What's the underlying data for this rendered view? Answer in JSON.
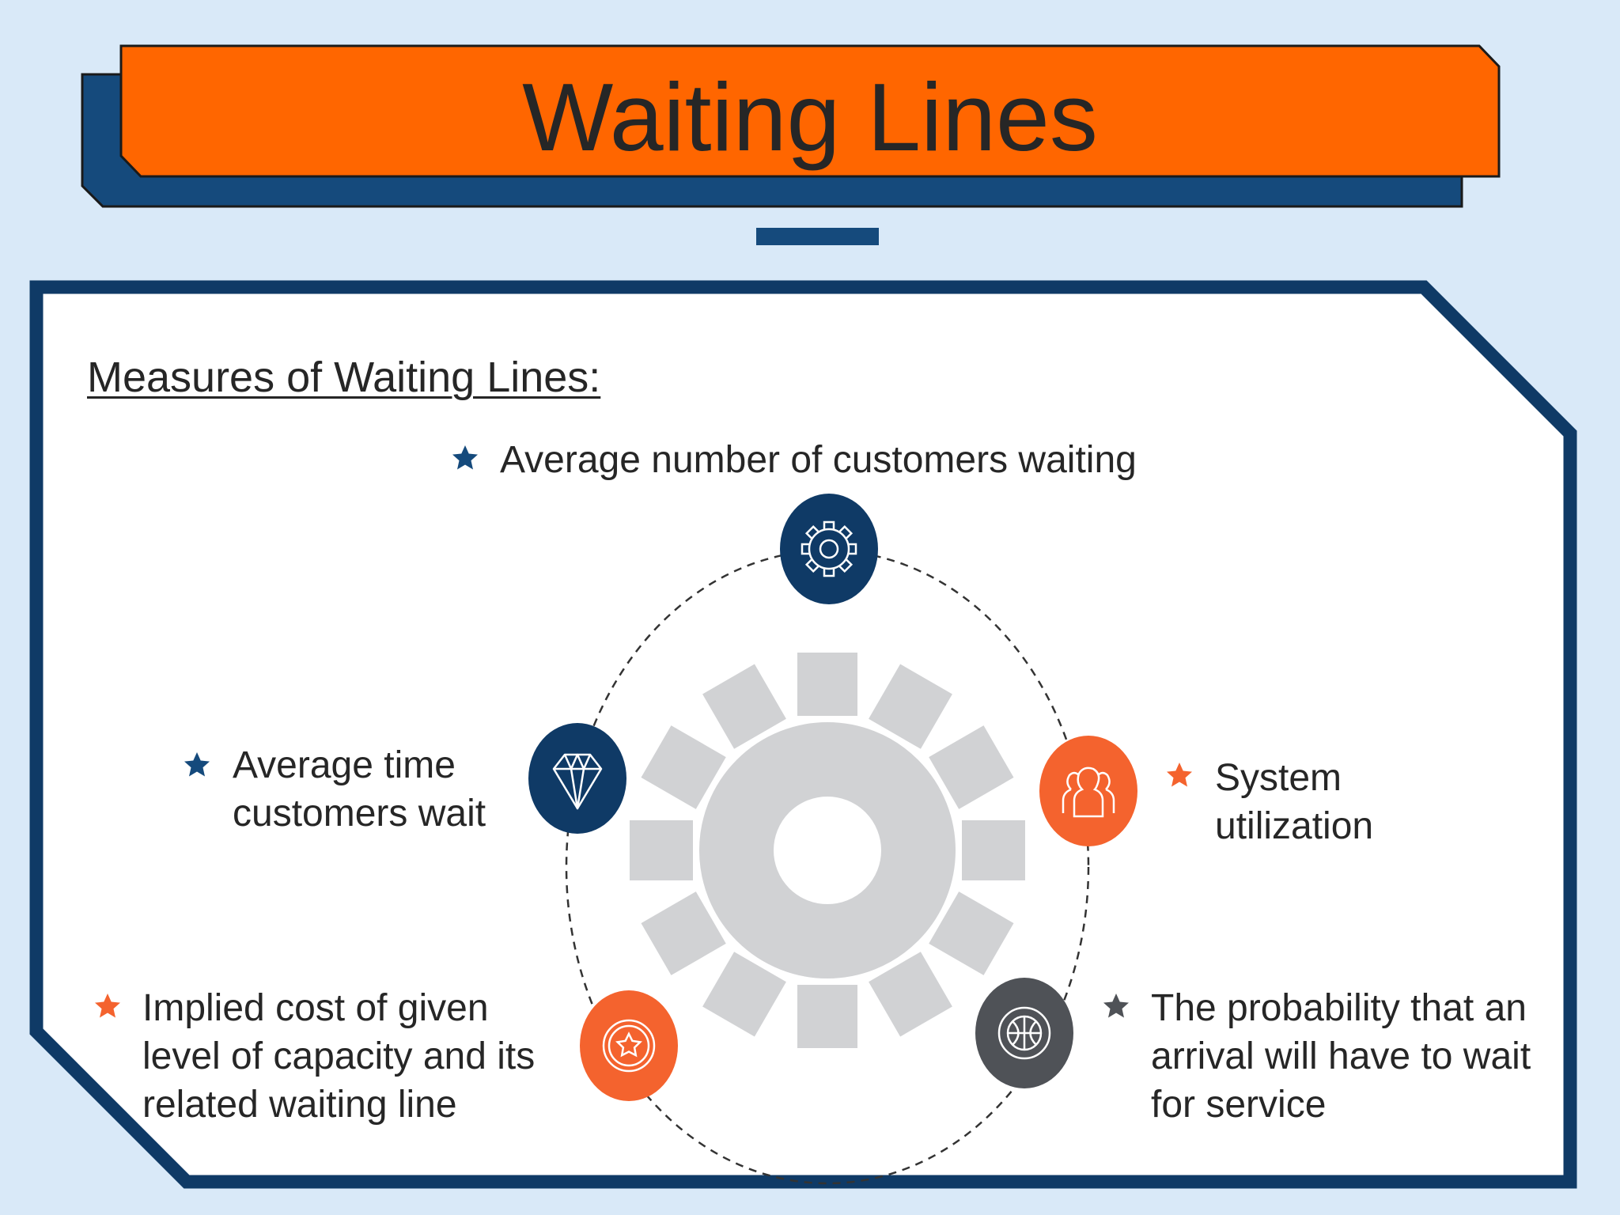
{
  "title": "Waiting Lines",
  "heading": "Measures of Waiting Lines:",
  "measures": [
    {
      "text": "Average number of customers waiting",
      "icon": "gear-icon",
      "star": "navy-star-icon"
    },
    {
      "text": "System utilization",
      "icon": "people-icon",
      "star": "orange-star-icon"
    },
    {
      "text": "The probability that an arrival will have to wait for service",
      "icon": "basketball-icon",
      "star": "gray-star-icon"
    },
    {
      "text": "Implied cost of given level of capacity and its related waiting line",
      "icon": "star-badge-icon",
      "star": "orange-star-icon"
    },
    {
      "text": "Average time customers wait",
      "icon": "diamond-icon",
      "star": "navy-star-icon"
    }
  ],
  "colors": {
    "background": "#d9e9f8",
    "title_bar": "#ff6600",
    "navy": "#154a7c",
    "dark_navy": "#0f3a66",
    "orange": "#f4632e",
    "slate": "#4f5257",
    "center_gear": "#d1d2d4",
    "text": "#262626"
  }
}
